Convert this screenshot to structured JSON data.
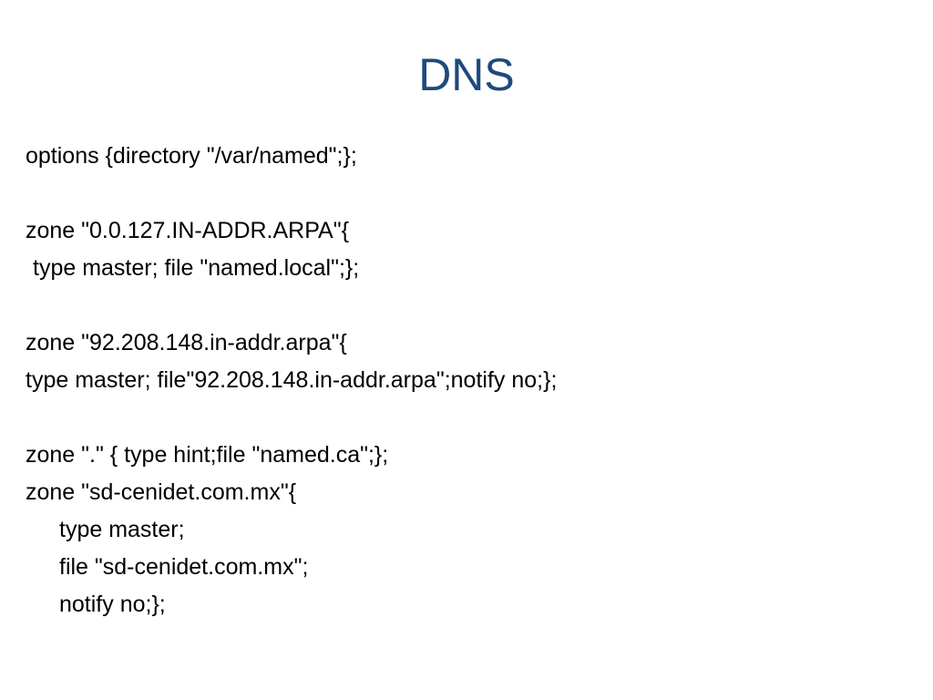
{
  "slide": {
    "title": "DNS",
    "lines": [
      "options {directory \"/var/named\";};",
      "",
      "zone \"0.0.127.IN-ADDR.ARPA\"{",
      "type master; file \"named.local\";};",
      "",
      "zone \"92.208.148.in-addr.arpa\"{",
      "type master; file\"92.208.148.in-addr.arpa\";notify no;};",
      "",
      "zone \".\" { type hint;file \"named.ca\";};",
      "zone \"sd-cenidet.com.mx\"{",
      "type master;",
      "file \"sd-cenidet.com.mx\";",
      "notify no;};"
    ]
  },
  "colors": {
    "title": "#1f497d",
    "body_text": "#000000",
    "background": "#ffffff"
  }
}
